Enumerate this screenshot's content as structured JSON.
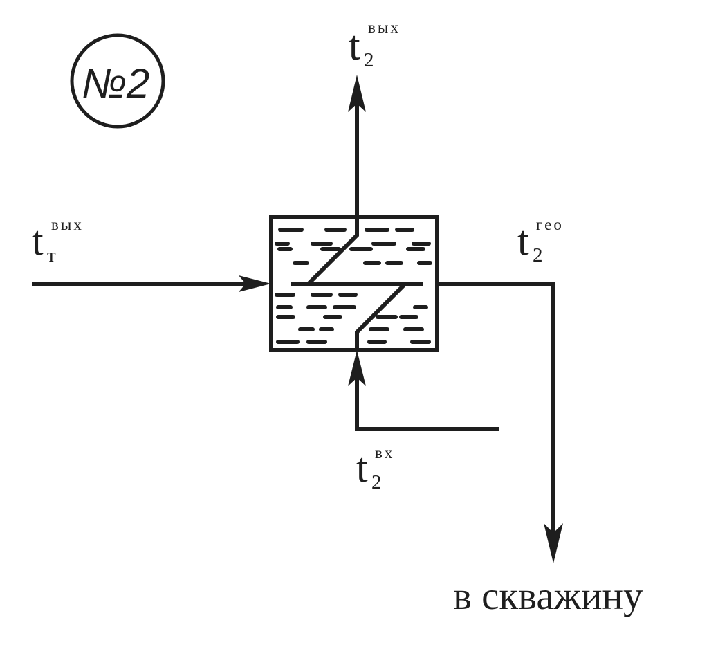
{
  "badge": {
    "number": "2",
    "symbol": "№"
  },
  "labels": {
    "top": {
      "base": "t",
      "sub": "2",
      "sup": "вых"
    },
    "left": {
      "base": "t",
      "sub": "т",
      "sup": "вых"
    },
    "right": {
      "base": "t",
      "sub": "2",
      "sup": "гео"
    },
    "bottom": {
      "base": "t",
      "sub": "2",
      "sup": "вх"
    }
  },
  "note": "в скважину",
  "colors": {
    "stroke": "#1e1e1e",
    "background": "#ffffff"
  }
}
